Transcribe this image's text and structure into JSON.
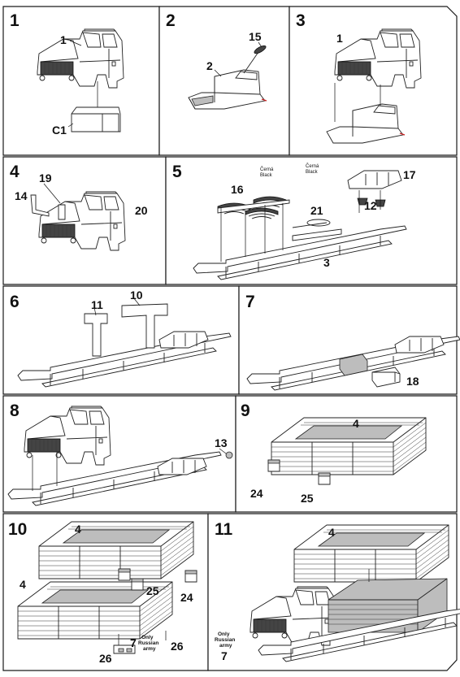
{
  "steps": [
    {
      "number": "1",
      "labels": [
        "1",
        "C1"
      ]
    },
    {
      "number": "2",
      "labels": [
        "15",
        "2"
      ]
    },
    {
      "number": "3",
      "labels": [
        "1"
      ]
    },
    {
      "number": "4",
      "labels": [
        "19",
        "14",
        "20"
      ]
    },
    {
      "number": "5",
      "labels": [
        "16",
        "21",
        "3",
        "17",
        "12"
      ],
      "notes": [
        {
          "line1": "Černá",
          "line2": "Black"
        },
        {
          "line1": "Černá",
          "line2": "Black"
        }
      ]
    },
    {
      "number": "6",
      "labels": [
        "11",
        "10"
      ]
    },
    {
      "number": "7",
      "labels": [
        "18"
      ]
    },
    {
      "number": "8",
      "labels": [
        "13"
      ]
    },
    {
      "number": "9",
      "labels": [
        "4",
        "24",
        "25"
      ]
    },
    {
      "number": "10",
      "labels": [
        "4",
        "4",
        "25",
        "24",
        "26",
        "26",
        "7"
      ],
      "notes": [
        {
          "line1": "Only",
          "line2": "Russian",
          "line3": "army"
        }
      ]
    },
    {
      "number": "11",
      "labels": [
        "4",
        "7"
      ],
      "notes": [
        {
          "line1": "Only",
          "line2": "Russian",
          "line3": "army"
        }
      ]
    }
  ],
  "colors": {
    "line": "#222222",
    "panel_border": "#1a1a1a",
    "fill_gray": "#bdbdbd",
    "accent_red": "#cc2222"
  }
}
